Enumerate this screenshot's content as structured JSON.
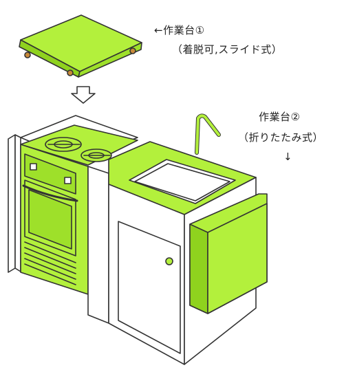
{
  "labels": {
    "board1_title": "←作業台①",
    "board1_note": "（着脱可,スライド式）",
    "board2_title": "作業台②",
    "board2_note": "（折りたたみ式）",
    "down_arrow": "↓"
  },
  "colors": {
    "green": "#b3f03c",
    "green_dark": "#8fd21e",
    "outline": "#333333",
    "wood": "#c98a3a"
  }
}
